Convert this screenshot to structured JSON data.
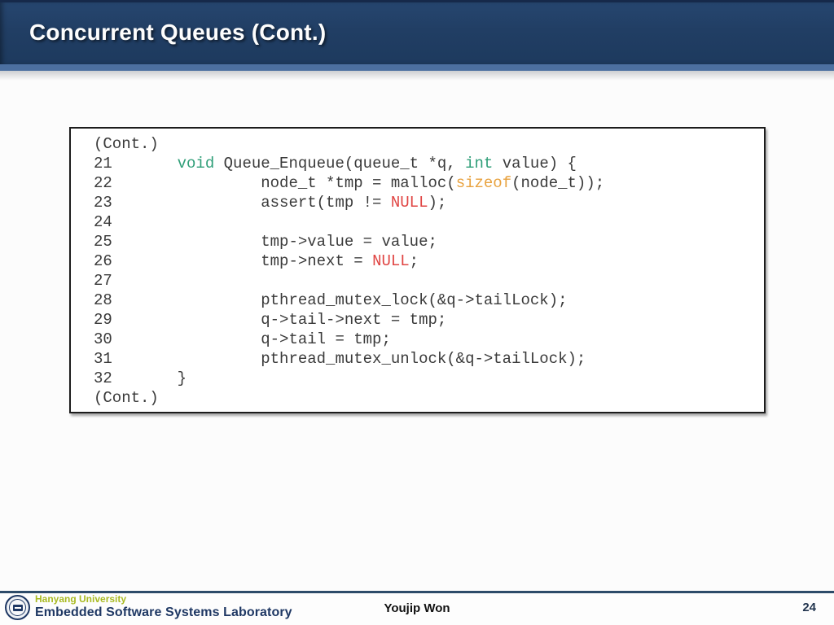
{
  "slide": {
    "title": "Concurrent Queues (Cont.)",
    "page_number": "24"
  },
  "footer": {
    "university": "Hanyang University",
    "lab": "Embedded Software Systems Laboratory",
    "author": "Youjip Won"
  },
  "colors": {
    "header_bg": "#213e64",
    "header_strip": "#4c70a0",
    "code_keyword_green": "#2f9e78",
    "code_builtin_orange": "#e8a23f",
    "code_null_red": "#e04543",
    "code_plain": "#3a3a3a",
    "navy_brand": "#1f3864",
    "lab_green": "#a9ba21",
    "footer_line": "#2d4b69"
  },
  "code": {
    "lines": [
      [
        {
          "t": "(Cont.)",
          "c": "p"
        }
      ],
      [
        {
          "t": "21       ",
          "c": "p"
        },
        {
          "t": "void",
          "c": "k"
        },
        {
          "t": " Queue_Enqueue(queue_t *q, ",
          "c": "p"
        },
        {
          "t": "int",
          "c": "k"
        },
        {
          "t": " value) {",
          "c": "p"
        }
      ],
      [
        {
          "t": "22                node_t *tmp = malloc(",
          "c": "p"
        },
        {
          "t": "sizeof",
          "c": "o"
        },
        {
          "t": "(node_t));",
          "c": "p"
        }
      ],
      [
        {
          "t": "23                assert(tmp != ",
          "c": "p"
        },
        {
          "t": "NULL",
          "c": "r"
        },
        {
          "t": ");",
          "c": "p"
        }
      ],
      [
        {
          "t": "24",
          "c": "p"
        }
      ],
      [
        {
          "t": "25                tmp->value = value;",
          "c": "p"
        }
      ],
      [
        {
          "t": "26                tmp->next = ",
          "c": "p"
        },
        {
          "t": "NULL",
          "c": "r"
        },
        {
          "t": ";",
          "c": "p"
        }
      ],
      [
        {
          "t": "27",
          "c": "p"
        }
      ],
      [
        {
          "t": "28                pthread_mutex_lock(&q->tailLock);",
          "c": "p"
        }
      ],
      [
        {
          "t": "29                q->tail->next = tmp;",
          "c": "p"
        }
      ],
      [
        {
          "t": "30                q->tail = tmp;",
          "c": "p"
        }
      ],
      [
        {
          "t": "31                pthread_mutex_unlock(&q->tailLock);",
          "c": "p"
        }
      ],
      [
        {
          "t": "32       }",
          "c": "p"
        }
      ],
      [
        {
          "t": "(Cont.)",
          "c": "p"
        }
      ]
    ]
  }
}
